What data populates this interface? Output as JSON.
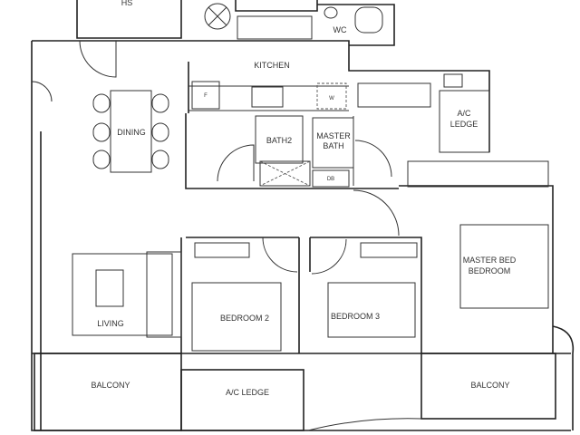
{
  "rooms": {
    "hs": "HS",
    "wc": "WC",
    "kitchen": "KITCHEN",
    "fridge": "F",
    "washer": "W",
    "dining": "DINING",
    "bath2": "BATH2",
    "master_bath_line1": "MASTER",
    "master_bath_line2": "BATH",
    "db": "DB",
    "ac_ledge_top_line1": "A/C",
    "ac_ledge_top_line2": "LEDGE",
    "master_bedroom_line1": "MASTER BED",
    "master_bedroom_line2": "BEDROOM",
    "bedroom2": "BEDROOM 2",
    "bedroom3": "BEDROOM 3",
    "living": "LIVING",
    "balcony_left": "BALCONY",
    "ac_ledge_bottom": "A/C LEDGE",
    "balcony_right": "BALCONY"
  },
  "colors": {
    "line": "#222222",
    "background": "#ffffff"
  }
}
